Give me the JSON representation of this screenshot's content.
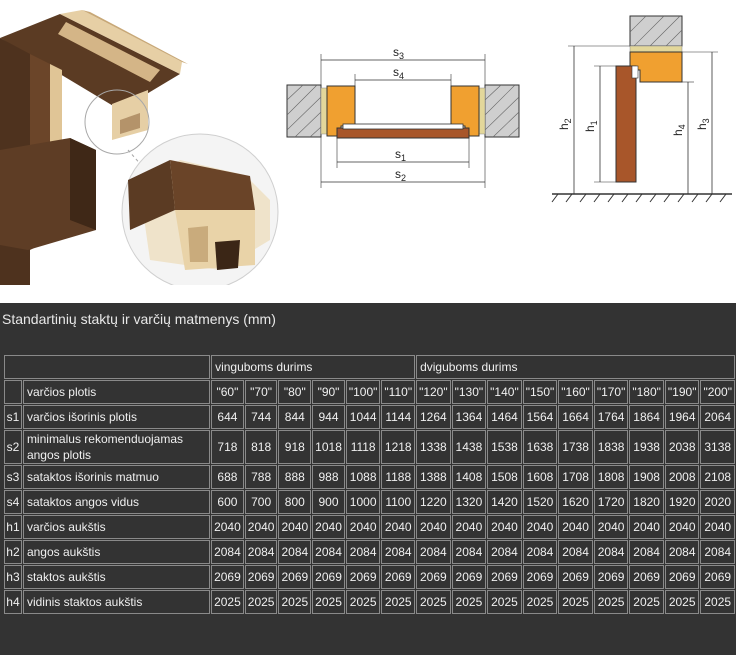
{
  "diagram": {
    "s3": "s3",
    "s4": "s4",
    "s1": "s1",
    "s2": "s2",
    "h1": "h1",
    "h2": "h2",
    "h3": "h3",
    "h4": "h4",
    "colors": {
      "frame_light": "#d8b98a",
      "frame_dark": "#5b3b23",
      "profile_orange": "#f0a030",
      "door_brown": "#a8562a",
      "wall_gray": "#cfcfcf"
    }
  },
  "table": {
    "title": "Standartinių staktų ir varčių matmenys (mm)",
    "group_single": "vinguboms durims",
    "group_double": "dviguboms durims",
    "column_headers": [
      "\"60\"",
      "\"70\"",
      "\"80\"",
      "\"90\"",
      "\"100\"",
      "\"110\"",
      "\"120\"",
      "\"130\"",
      "\"140\"",
      "\"150\"",
      "\"160\"",
      "\"170\"",
      "\"180\"",
      "\"190\"",
      "\"200\""
    ],
    "rows": [
      {
        "code": "",
        "label": "varčios plotis",
        "values": []
      },
      {
        "code": "s1",
        "label": "varčios išorinis plotis",
        "values": [
          "644",
          "744",
          "844",
          "944",
          "1044",
          "1144",
          "1264",
          "1364",
          "1464",
          "1564",
          "1664",
          "1764",
          "1864",
          "1964",
          "2064"
        ]
      },
      {
        "code": "s2",
        "label": "minimalus rekomenduojamas angos plotis",
        "values": [
          "718",
          "818",
          "918",
          "1018",
          "1118",
          "1218",
          "1338",
          "1438",
          "1538",
          "1638",
          "1738",
          "1838",
          "1938",
          "2038",
          "3138"
        ]
      },
      {
        "code": "s3",
        "label": "sataktos išorinis matmuo",
        "values": [
          "688",
          "788",
          "888",
          "988",
          "1088",
          "1188",
          "1388",
          "1408",
          "1508",
          "1608",
          "1708",
          "1808",
          "1908",
          "2008",
          "2108"
        ]
      },
      {
        "code": "s4",
        "label": "sataktos angos vidus",
        "values": [
          "600",
          "700",
          "800",
          "900",
          "1000",
          "1100",
          "1220",
          "1320",
          "1420",
          "1520",
          "1620",
          "1720",
          "1820",
          "1920",
          "2020"
        ]
      },
      {
        "code": "h1",
        "label": "varčios aukštis",
        "values": [
          "2040",
          "2040",
          "2040",
          "2040",
          "2040",
          "2040",
          "2040",
          "2040",
          "2040",
          "2040",
          "2040",
          "2040",
          "2040",
          "2040",
          "2040"
        ]
      },
      {
        "code": "h2",
        "label": "angos aukštis",
        "values": [
          "2084",
          "2084",
          "2084",
          "2084",
          "2084",
          "2084",
          "2084",
          "2084",
          "2084",
          "2084",
          "2084",
          "2084",
          "2084",
          "2084",
          "2084"
        ]
      },
      {
        "code": "h3",
        "label": "staktos aukštis",
        "values": [
          "2069",
          "2069",
          "2069",
          "2069",
          "2069",
          "2069",
          "2069",
          "2069",
          "2069",
          "2069",
          "2069",
          "2069",
          "2069",
          "2069",
          "2069"
        ]
      },
      {
        "code": "h4",
        "label": "vidinis staktos aukštis",
        "values": [
          "2025",
          "2025",
          "2025",
          "2025",
          "2025",
          "2025",
          "2025",
          "2025",
          "2025",
          "2025",
          "2025",
          "2025",
          "2025",
          "2025",
          "2025"
        ]
      }
    ]
  }
}
